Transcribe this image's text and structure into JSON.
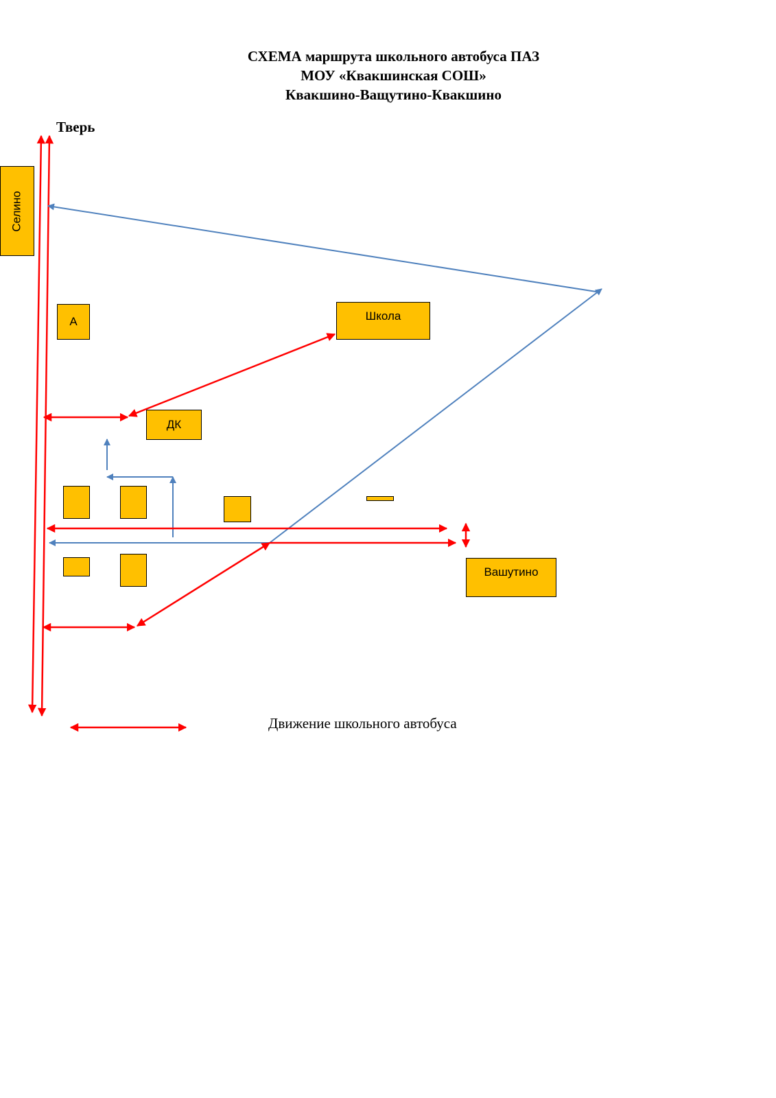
{
  "title": {
    "line1": "СХЕМА маршрута  школьного автобуса ПАЗ",
    "line2": "МОУ «Квакшинская СОШ»",
    "line3": "Квакшино-Ващутино-Квакшино"
  },
  "labels": {
    "tver": "Тверь",
    "selino": "Селино",
    "a": "А",
    "school": "Школа",
    "dk": "ДК",
    "vashutino": "Вашутино"
  },
  "legend": {
    "text": "Движение школьного автобуса"
  },
  "colors": {
    "box_fill": "#FFC000",
    "bus_route": "#FF0000",
    "road": "#4F81BD"
  }
}
